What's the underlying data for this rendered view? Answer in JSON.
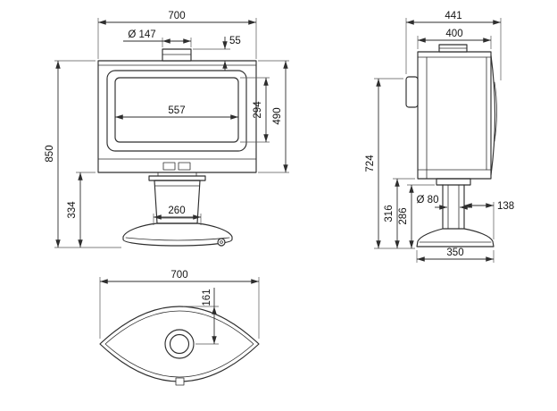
{
  "drawing": {
    "front_view": {
      "width": "700",
      "flue_diameter": "Ø 147",
      "flue_collar_height": "55",
      "glass_width": "557",
      "glass_height": "294",
      "firebox_height": "490",
      "total_height": "850",
      "pedestal_height": "334",
      "pedestal_width": "260"
    },
    "side_view": {
      "total_depth": "441",
      "body_depth": "400",
      "outlet_height": "724",
      "stand_height": "316",
      "pipe_height": "286",
      "pipe_diameter": "Ø 80",
      "base_front_offset": "138",
      "base_depth": "350"
    },
    "top_view": {
      "width": "700",
      "flue_center_offset": "161"
    }
  }
}
